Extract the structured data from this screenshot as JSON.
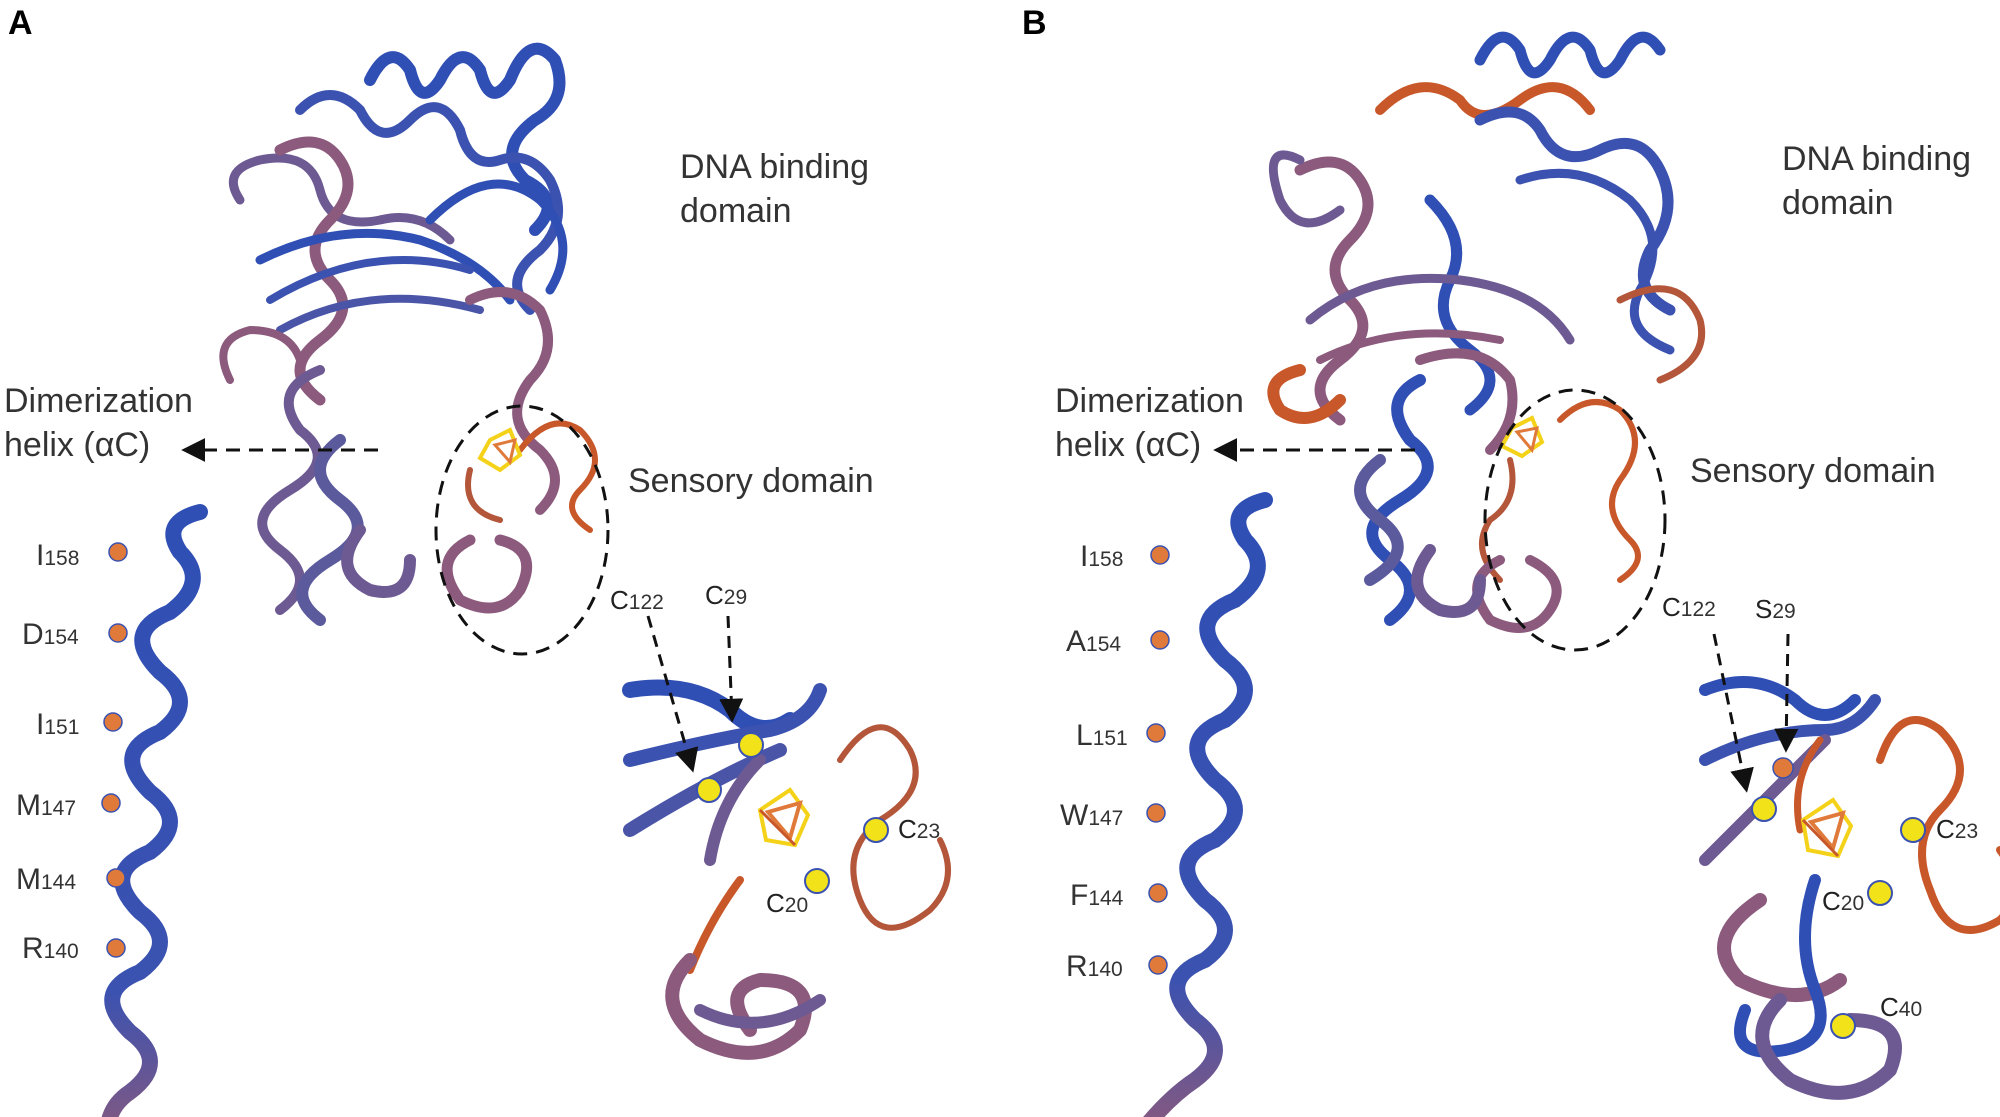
{
  "panels": [
    {
      "letter": "A",
      "dna_label": [
        "DNA binding",
        "domain"
      ],
      "dimer_label": [
        "Dimerization",
        "helix (αC)"
      ],
      "sensory_label": "Sensory domain",
      "helix_residues": [
        {
          "aa": "I",
          "num": "158"
        },
        {
          "aa": "D",
          "num": "154"
        },
        {
          "aa": "I",
          "num": "151"
        },
        {
          "aa": "M",
          "num": "147"
        },
        {
          "aa": "M",
          "num": "144"
        },
        {
          "aa": "R",
          "num": "140"
        }
      ],
      "zoom_pointers": [
        {
          "aa": "C",
          "num": "122"
        },
        {
          "aa": "C",
          "num": "29"
        }
      ],
      "zoom_labels": [
        {
          "aa": "C",
          "num": "23"
        },
        {
          "aa": "C",
          "num": "20"
        }
      ]
    },
    {
      "letter": "B",
      "dna_label": [
        "DNA binding",
        "domain"
      ],
      "dimer_label": [
        "Dimerization",
        "helix (αC)"
      ],
      "sensory_label": "Sensory domain",
      "helix_residues": [
        {
          "aa": "I",
          "num": "158"
        },
        {
          "aa": "A",
          "num": "154"
        },
        {
          "aa": "L",
          "num": "151"
        },
        {
          "aa": "W",
          "num": "147"
        },
        {
          "aa": "F",
          "num": "144"
        },
        {
          "aa": "R",
          "num": "140"
        }
      ],
      "zoom_pointers": [
        {
          "aa": "C",
          "num": "122"
        },
        {
          "aa": "S",
          "num": "29"
        }
      ],
      "zoom_labels": [
        {
          "aa": "C",
          "num": "23"
        },
        {
          "aa": "C",
          "num": "20"
        },
        {
          "aa": "C",
          "num": "40"
        }
      ]
    }
  ],
  "colors": {
    "helix_blue": "#2f4fb5",
    "ribbon_purple": "#6d5a93",
    "ribbon_mauve": "#8c5a7c",
    "ribbon_orange": "#c8582a",
    "cysteine_yellow": "#f2e21a",
    "residue_orange": "#e07a3a",
    "cluster_yellow": "#f5d21a"
  }
}
